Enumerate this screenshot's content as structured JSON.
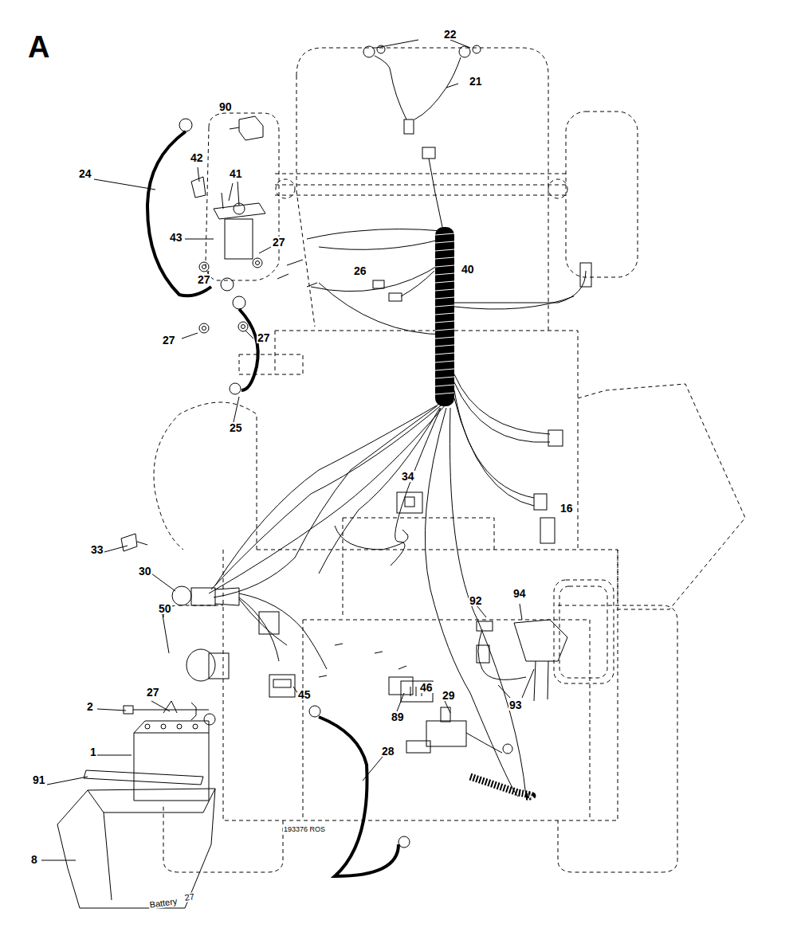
{
  "diagram": {
    "labels": [
      "A",
      "22",
      "21",
      "90",
      "24",
      "42",
      "41",
      "43",
      "27",
      "27",
      "26",
      "40",
      "27",
      "27",
      "25",
      "34",
      "16",
      "33",
      "30",
      "92",
      "94",
      "50",
      "93",
      "2",
      "27",
      "1",
      "45",
      "89",
      "46",
      "29",
      "28",
      "91",
      "8",
      "193376 ROS",
      "Battery",
      "27"
    ]
  }
}
